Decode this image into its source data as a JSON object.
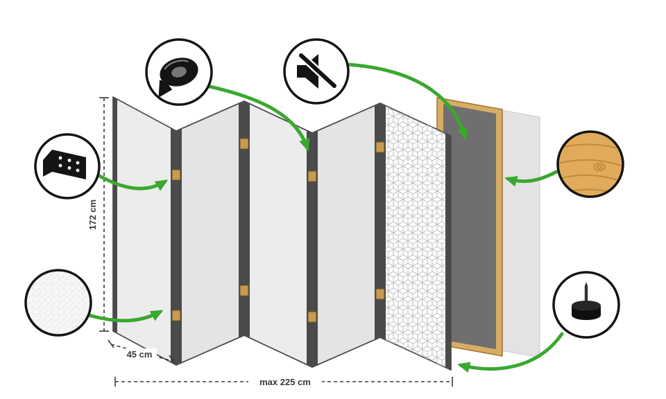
{
  "diagram": {
    "subject": "folding room divider construction diagram",
    "dimensions": {
      "height_label": "172 cm",
      "panel_width_label": "45 cm",
      "max_width_label": "max 225 cm"
    },
    "panel_count": 5,
    "callout_icons": [
      "adhesive-tape-icon",
      "muted-speaker-icon",
      "hinge-icon",
      "wood-material-icon",
      "fabric-texture-icon",
      "floor-protector-icon"
    ],
    "colors": {
      "accent_green": "#3aa82f",
      "panel_face": "#ebebeb",
      "panel_edge_dark": "#4a4a4a",
      "wood_frame": "#d8ad63",
      "core_panel_dark": "#6f6f6f",
      "hinge_wood": "#c79b51"
    }
  }
}
